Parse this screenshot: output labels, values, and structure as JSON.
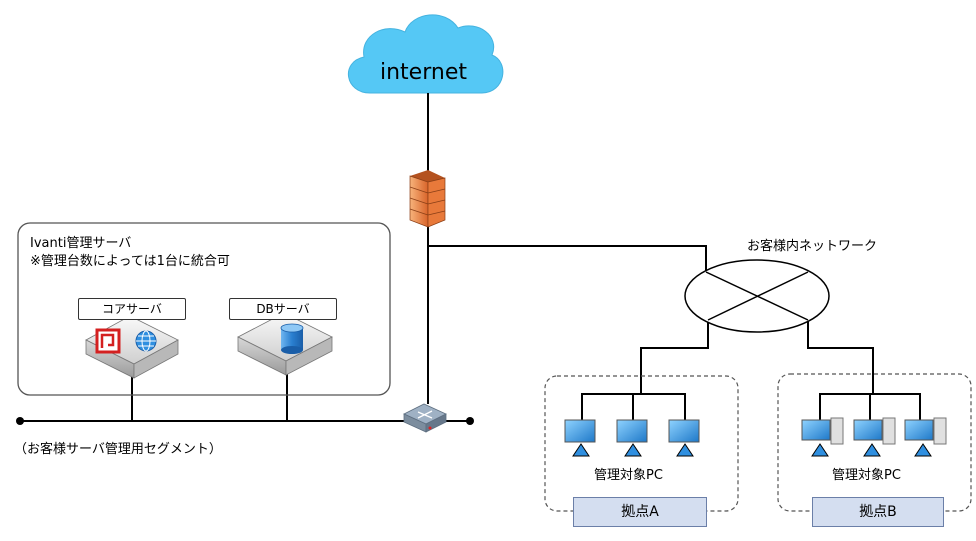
{
  "cloud": {
    "label": "internet"
  },
  "server_group": {
    "title": "Ivanti管理サーバ",
    "note": "※管理台数によっては1台に統合可",
    "core_server_label": "コアサーバ",
    "db_server_label": "DBサーバ"
  },
  "segment_label": "（お客様サーバ管理用セグメント）",
  "customer_network_label": "お客様内ネットワーク",
  "site_a": {
    "pc_label": "管理対象PC",
    "name": "拠点A"
  },
  "site_b": {
    "pc_label": "管理対象PC",
    "name": "拠点B"
  },
  "colors": {
    "cloud": "#55c8f5",
    "firewall": "#e8793a",
    "monitor": "#2f8fe0",
    "db_cylinder": "#3a8fd6",
    "site_label_bg": "#d4def0"
  },
  "icons": [
    "cloud-icon",
    "firewall-icon",
    "core-server-icon",
    "db-server-icon",
    "router-icon",
    "pc-icon",
    "desktop-pc-icon"
  ]
}
